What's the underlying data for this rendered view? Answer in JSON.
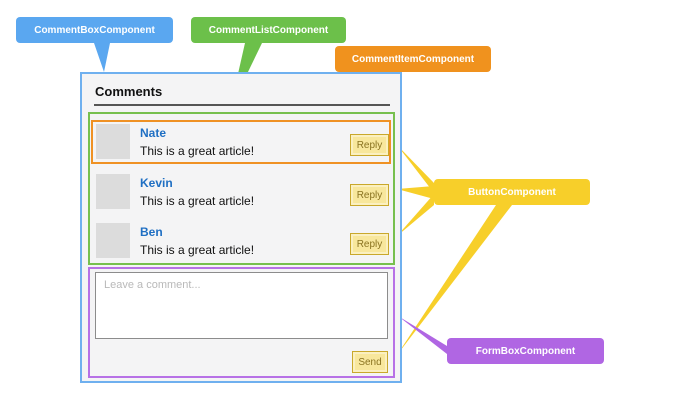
{
  "labels": {
    "comment_box": "CommentBoxComponent",
    "comment_list": "CommentListComponent",
    "comment_item": "CommentItemComponent",
    "button": "ButtonComponent",
    "form_box": "FormBoxComponent"
  },
  "colors": {
    "comment_box": "#5aa7f0",
    "comment_list": "#6cc04a",
    "comment_item": "#f0921e",
    "button": "#f7cf2a",
    "form_box": "#b066e3"
  },
  "ui": {
    "title": "Comments",
    "comments": [
      {
        "author": "Nate",
        "text": "This is a great article!",
        "button": "Reply"
      },
      {
        "author": "Kevin",
        "text": "This is a great article!",
        "button": "Reply"
      },
      {
        "author": "Ben",
        "text": "This is a great article!",
        "button": "Reply"
      }
    ],
    "input_placeholder": "Leave a comment...",
    "send_label": "Send"
  }
}
